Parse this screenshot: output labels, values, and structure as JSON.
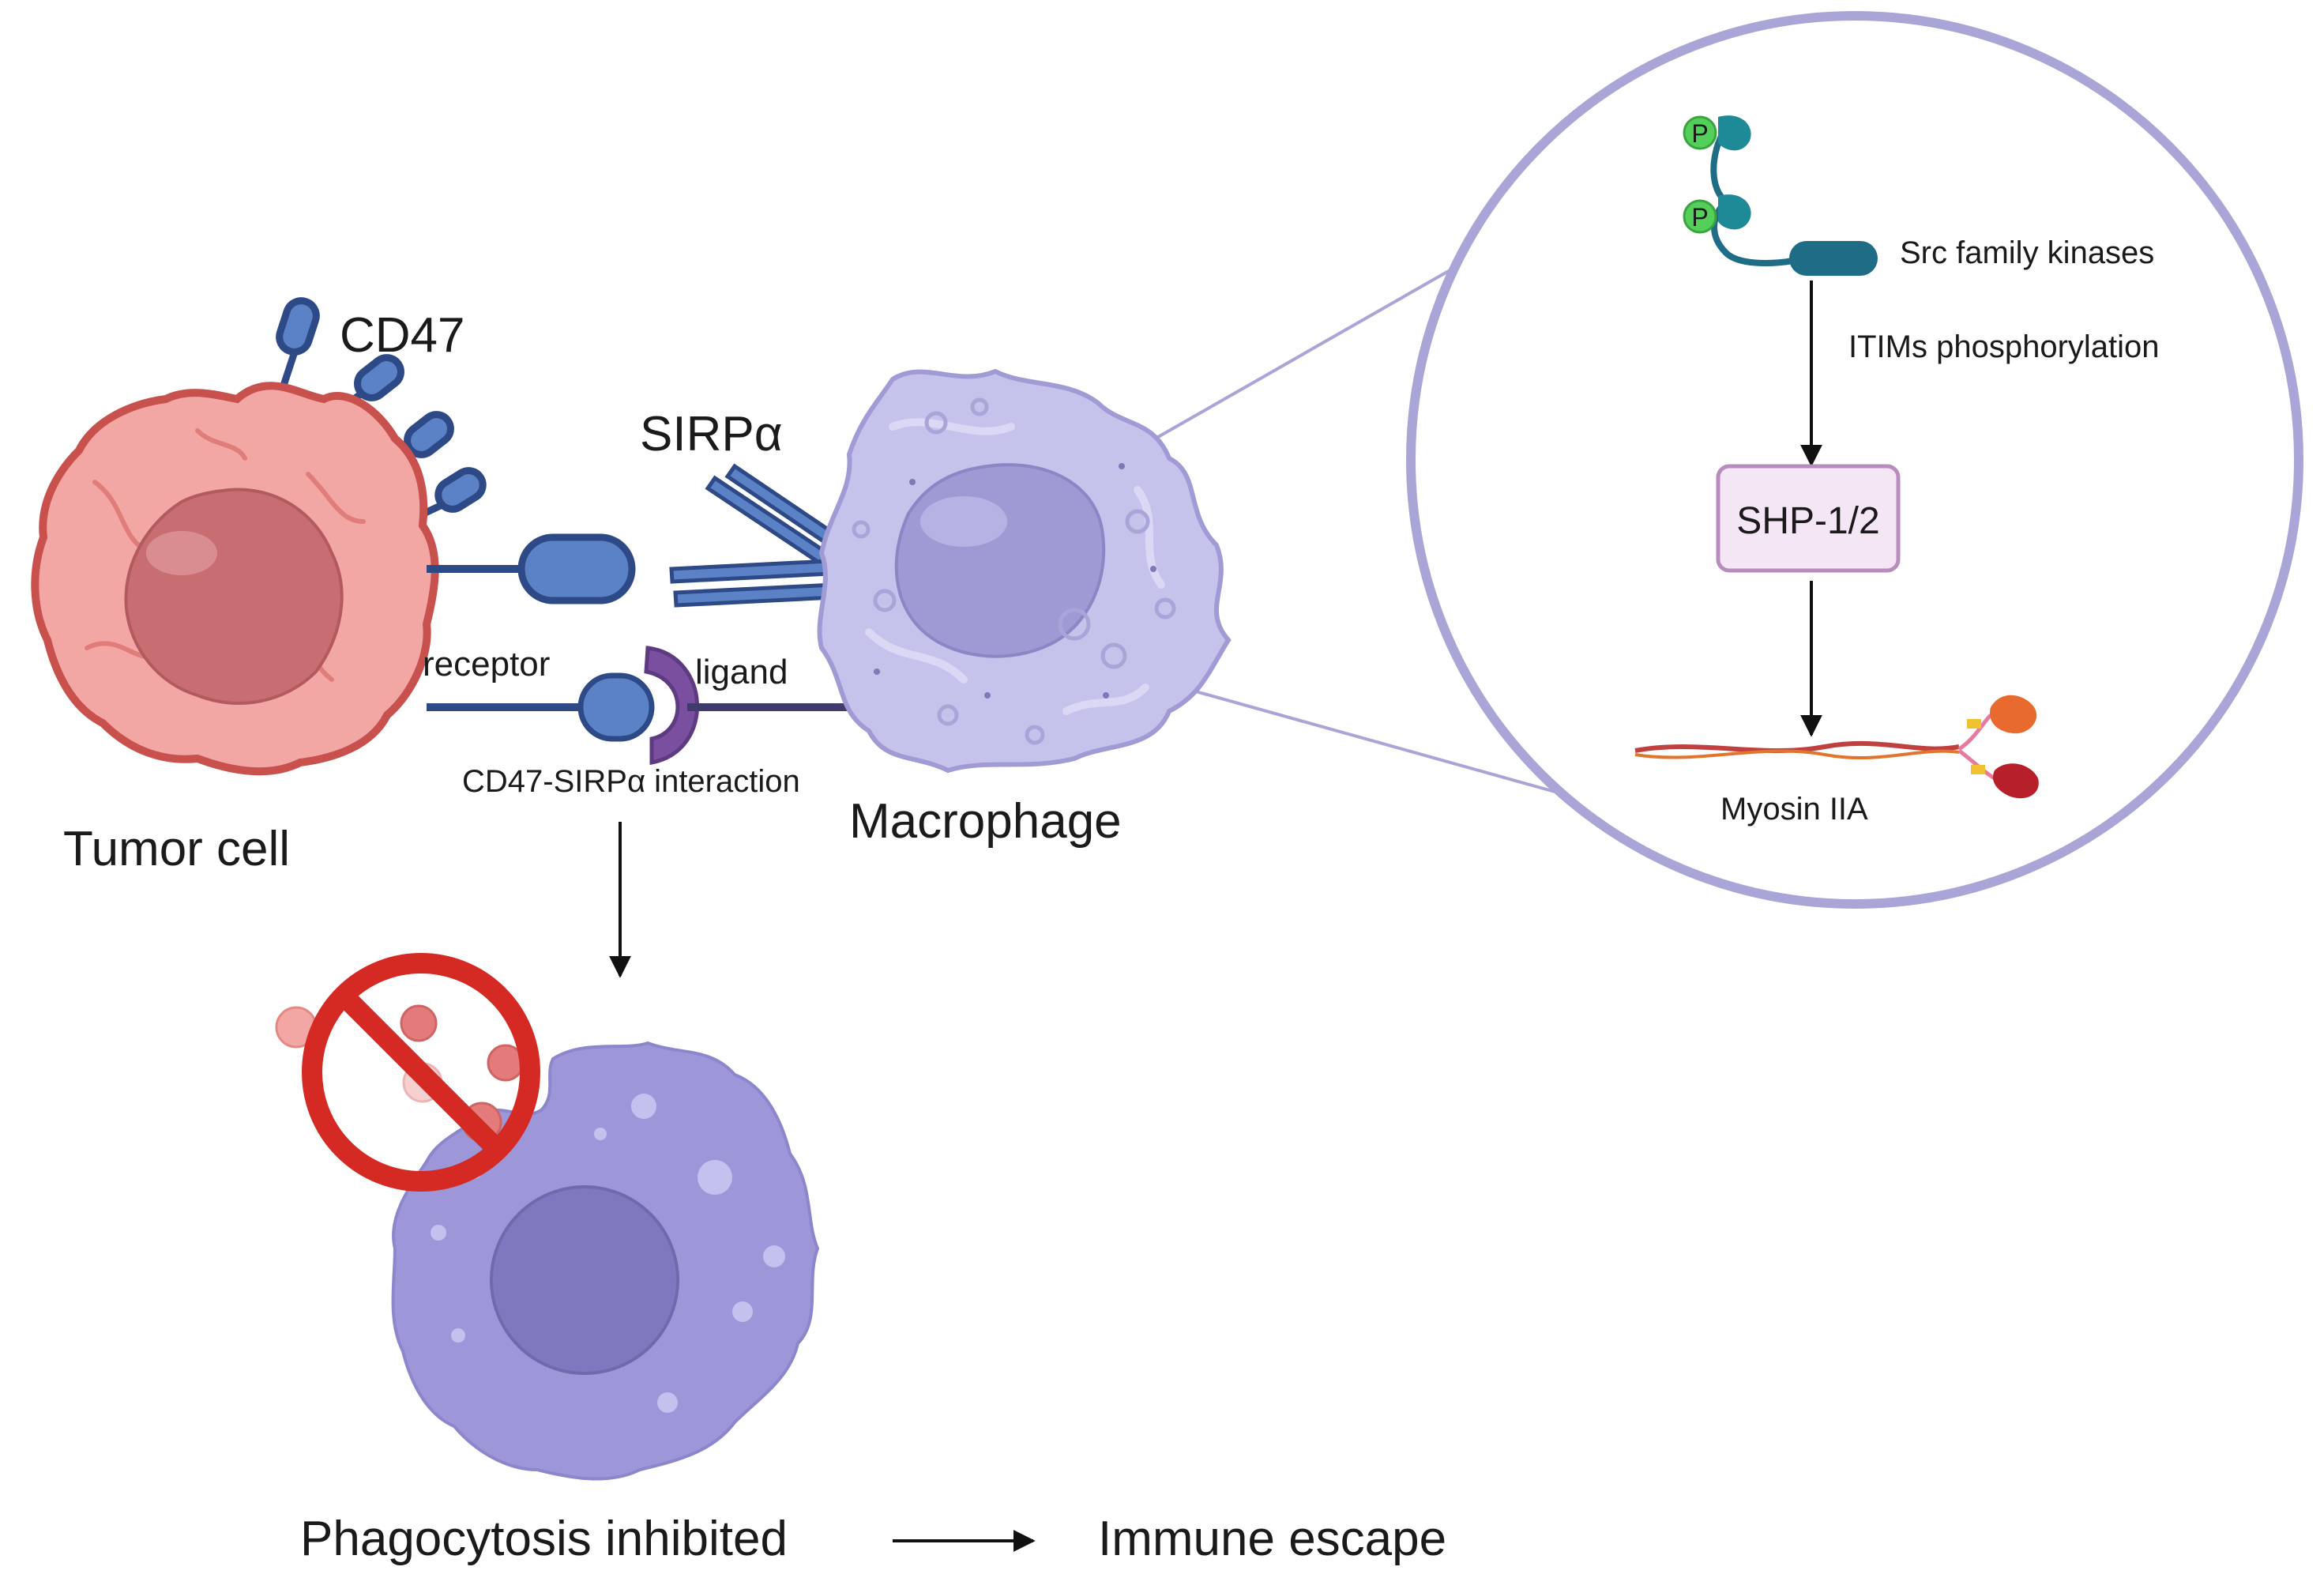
{
  "labels": {
    "cd47": "CD47",
    "sirpa": "SIRPα",
    "receptor": "receptor",
    "ligand": "ligand",
    "interaction": "CD47-SIRPα interaction",
    "tumor_cell": "Tumor cell",
    "macrophage": "Macrophage",
    "src_kinases": "Src family kinases",
    "itims": "ITIMs phosphorylation",
    "shp": "SHP-1/2",
    "myosin": "Myosin IIA",
    "phospho": "P",
    "phagocytosis": "Phagocytosis inhibited",
    "immune_escape": "Immune escape"
  },
  "colors": {
    "tumor_fill": "#f2a7a4",
    "tumor_outline": "#c8504d",
    "tumor_nucleus": "#c86e73",
    "macrophage_fill": "#c5c3ec",
    "macrophage_nucleus": "#9f9ad4",
    "receptor_blue": "#2e4a86",
    "receptor_light": "#5b82c6",
    "ligand_purple": "#7a4fa0",
    "zoom_ring": "#a9a5d6",
    "shp_box_fill": "#f5e6f5",
    "shp_box_stroke": "#b88cbc",
    "kinase_teal": "#1e6c86",
    "phospho_green": "#54cf5a",
    "prohibit_red": "#d42a23",
    "inhibited_macrophage": "#9d96d8"
  },
  "icons": [
    "prohibited-icon",
    "phosphate-icon",
    "arrow-down-icon",
    "arrow-right-icon"
  ]
}
